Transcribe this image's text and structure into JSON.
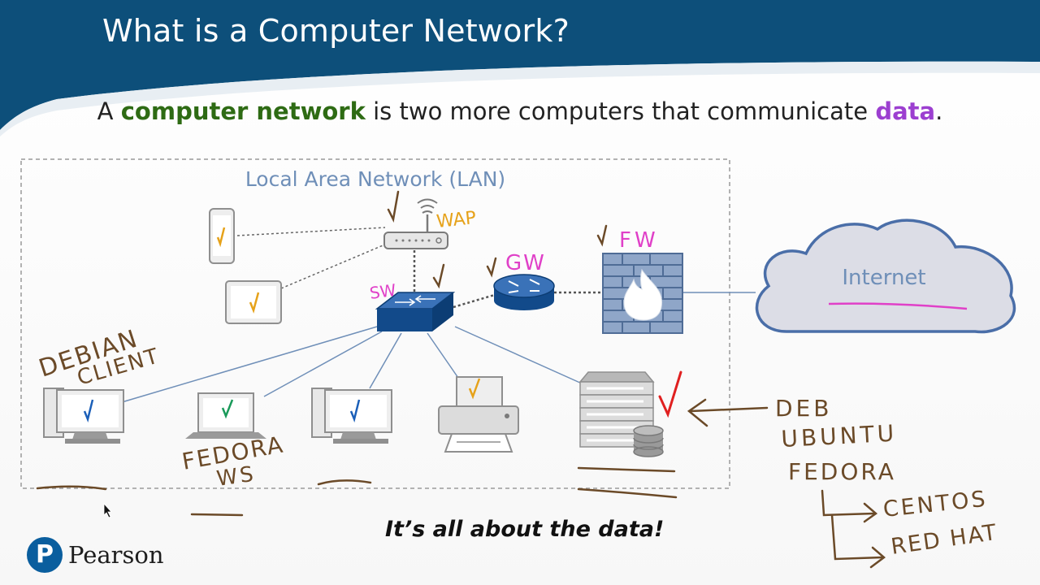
{
  "slide": {
    "title": "What is a Computer Network?",
    "subtitle": {
      "prefix": "A ",
      "term": "computer network",
      "middle": " is two more computers that communicate ",
      "data_word": "data",
      "suffix": "."
    },
    "tagline": "It’s all about the data!",
    "brand": {
      "name": "Pearson",
      "logo_letter": "P"
    }
  },
  "diagram": {
    "lan_label": "Local Area Network (LAN)",
    "cloud_label": "Internet",
    "handwritten": {
      "wap": "WAP",
      "sw": "SW",
      "gw": "GW",
      "fw": "FW",
      "debian_1": "DEBIAN",
      "debian_2": "CLIENT",
      "fedora_1": "FEDORA",
      "fedora_2": "WS",
      "list_1": "DEB",
      "list_2": "UBUNTU",
      "list_3": "FEDORA",
      "list_4": "CENTOS",
      "list_5": "RED HAT"
    }
  },
  "colors": {
    "header": "#0d4f7a",
    "accent_green": "#2e6b14",
    "accent_purple": "#9c3fd0",
    "device_blue": "#124a8a",
    "link_blue": "#6f8fb8",
    "ink_brown": "#6b4a28",
    "ink_pink": "#e040c8",
    "ink_orange": "#e6a21a",
    "ink_red": "#e02020"
  }
}
